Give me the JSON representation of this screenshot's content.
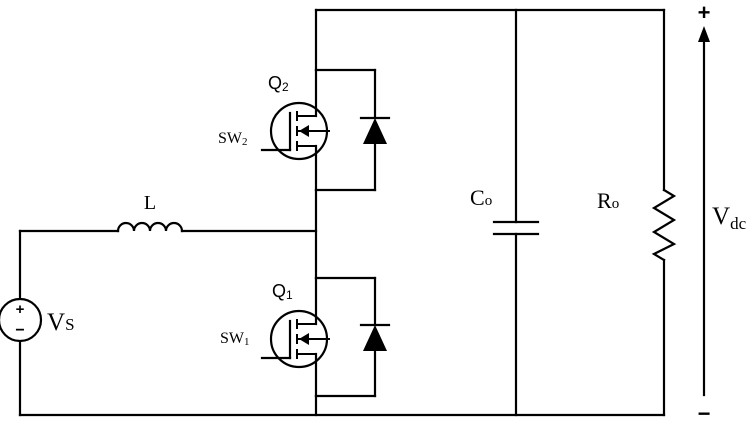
{
  "diagram": {
    "source": {
      "symbol": "V",
      "subscript": "S",
      "polarity_plus": "+",
      "polarity_minus": "−"
    },
    "inductor": {
      "label": "L"
    },
    "switch_upper": {
      "device": {
        "letter": "Q",
        "sub": "2"
      },
      "gate": {
        "letter": "SW",
        "sub": "2"
      }
    },
    "switch_lower": {
      "device": {
        "letter": "Q",
        "sub": "1"
      },
      "gate": {
        "letter": "SW",
        "sub": "1"
      }
    },
    "capacitor": {
      "letter": "C",
      "sub": "o"
    },
    "resistor": {
      "letter": "R",
      "sub": "o"
    },
    "output": {
      "letter": "V",
      "sub": "dc",
      "plus": "+",
      "minus": "−"
    }
  }
}
